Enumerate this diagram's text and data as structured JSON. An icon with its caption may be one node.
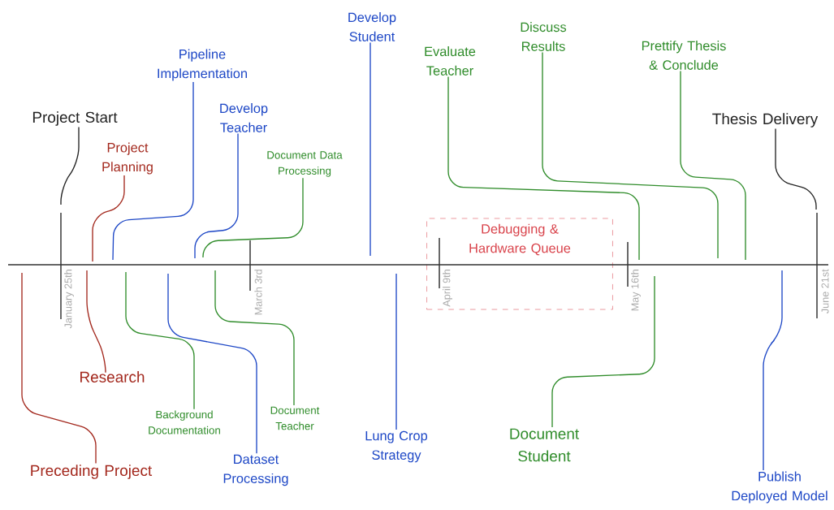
{
  "diagram": {
    "nodes": [
      {
        "text": [
          "Project Start"
        ]
      },
      {
        "text": [
          "Project Planning"
        ]
      },
      {
        "text": [
          "Preceding Project"
        ]
      },
      {
        "text": [
          "Research"
        ]
      },
      {
        "text": [
          "Pipeline Implementation"
        ]
      },
      {
        "text": [
          "Develop Teacher"
        ]
      },
      {
        "text": [
          "Document Data Processing"
        ]
      },
      {
        "text": [
          "Develop Student"
        ]
      },
      {
        "text": [
          "Evaluate Teacher"
        ]
      },
      {
        "text": [
          "Discuss Results"
        ]
      },
      {
        "text": [
          "Prettify Thesis & Conclude"
        ]
      },
      {
        "text": [
          "Thesis Delivery"
        ]
      },
      {
        "text": [
          "Debugging & Hardware Queue"
        ]
      },
      {
        "text": [
          "Background Documentation"
        ]
      },
      {
        "text": [
          "Dataset Processing"
        ]
      },
      {
        "text": [
          "Document Teacher"
        ]
      },
      {
        "text": [
          "Lung Crop Strategy"
        ]
      },
      {
        "text": [
          "Document Student"
        ]
      },
      {
        "text": [
          "Publish Deployed Model"
        ]
      }
    ],
    "edges": [
      {
        "from": 0,
        "to": null,
        "arrow": "none",
        "color": "#222222"
      },
      {
        "from": 1,
        "to": null,
        "arrow": "none",
        "color": "#a3281d"
      },
      {
        "from": 2,
        "to": null,
        "arrow": "none",
        "color": "#a3281d"
      },
      {
        "from": 3,
        "to": null,
        "arrow": "none",
        "color": "#a3281d"
      },
      {
        "from": 4,
        "to": null,
        "arrow": "none",
        "color": "#1d47c6"
      },
      {
        "from": 5,
        "to": null,
        "arrow": "none",
        "color": "#1d47c6"
      },
      {
        "from": 6,
        "to": null,
        "arrow": "none",
        "color": "#2f8c2a"
      },
      {
        "from": 7,
        "to": null,
        "arrow": "none",
        "color": "#1d47c6"
      },
      {
        "from": 8,
        "to": null,
        "arrow": "none",
        "color": "#2f8c2a"
      },
      {
        "from": 9,
        "to": null,
        "arrow": "none",
        "color": "#2f8c2a"
      },
      {
        "from": 10,
        "to": null,
        "arrow": "none",
        "color": "#2f8c2a"
      },
      {
        "from": 11,
        "to": null,
        "arrow": "none",
        "color": "#222222"
      },
      {
        "from": 13,
        "to": null,
        "arrow": "none",
        "color": "#2f8c2a"
      },
      {
        "from": 14,
        "to": null,
        "arrow": "none",
        "color": "#1d47c6"
      },
      {
        "from": 15,
        "to": null,
        "arrow": "none",
        "color": "#2f8c2a"
      },
      {
        "from": 16,
        "to": null,
        "arrow": "none",
        "color": "#1d47c6"
      },
      {
        "from": 17,
        "to": null,
        "arrow": "none",
        "color": "#2f8c2a"
      },
      {
        "from": 18,
        "to": null,
        "arrow": "none",
        "color": "#1d47c6"
      }
    ],
    "labels": [
      "January 25th",
      "March 3rd",
      "April 9th",
      "May 16th",
      "June 21st"
    ]
  }
}
